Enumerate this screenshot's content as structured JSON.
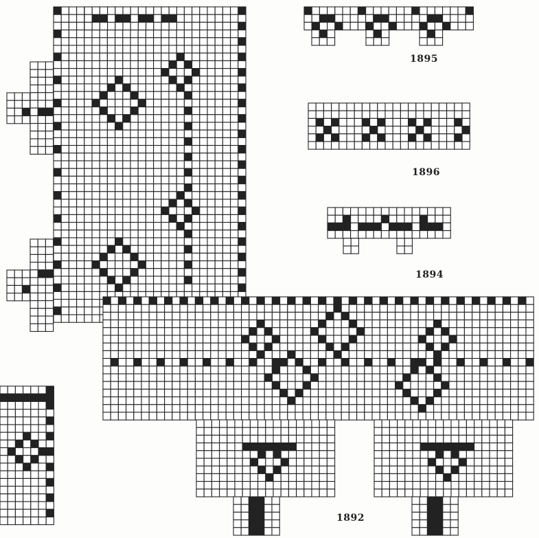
{
  "patterns": {
    "p1895": {
      "number": "1895"
    },
    "p1896": {
      "number": "1896"
    },
    "p1894": {
      "number": "1894"
    },
    "p1892": {
      "number": "1892"
    }
  },
  "colors": {
    "ink": "#222222",
    "paper": "#fdfdfc"
  }
}
